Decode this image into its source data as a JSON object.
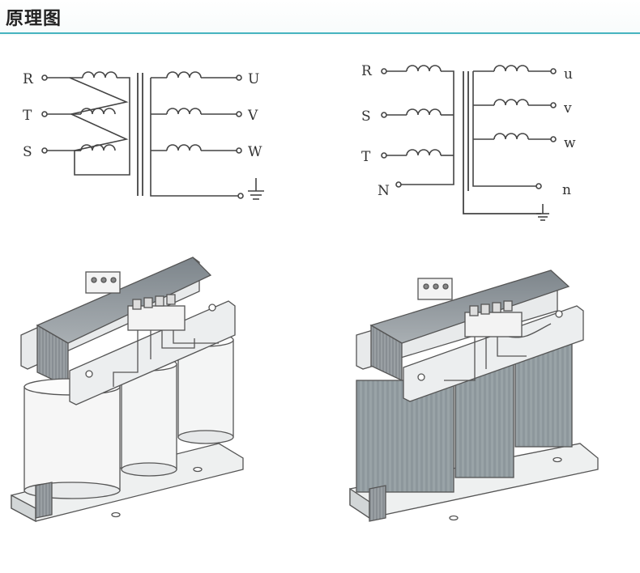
{
  "header": {
    "title": "原理图",
    "accent_color": "#46b4c0"
  },
  "diagrams": {
    "left": {
      "inputs": [
        "R",
        "T",
        "S"
      ],
      "outputs": [
        "U",
        "V",
        "W"
      ],
      "ground_symbol": "ground-icon"
    },
    "right": {
      "inputs": [
        "R",
        "S",
        "T",
        "N"
      ],
      "outputs": [
        "u",
        "v",
        "w",
        "n"
      ],
      "ground_symbol": "ground-icon"
    }
  }
}
